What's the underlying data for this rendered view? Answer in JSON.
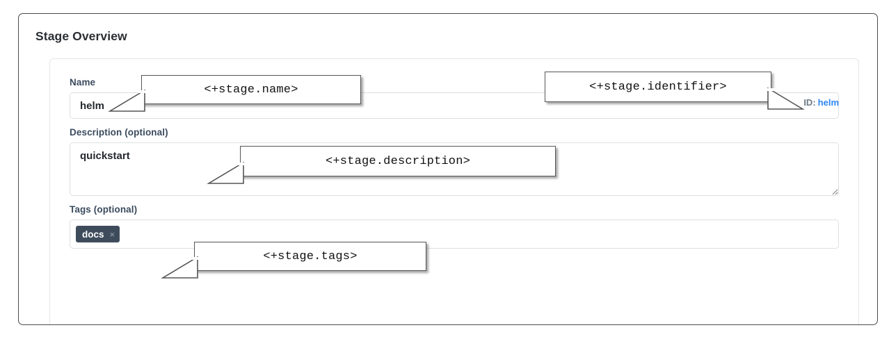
{
  "page": {
    "title": "Stage Overview"
  },
  "stage_card": {
    "id_label": "ID:",
    "id_value": "helm",
    "fields": {
      "name": {
        "label": "Name",
        "value": "helm",
        "placeholder": ""
      },
      "description": {
        "label": "Description (optional)",
        "value": "quickstart",
        "placeholder": ""
      },
      "tags": {
        "label": "Tags (optional)",
        "placeholder": "",
        "chips": [
          {
            "label": "docs",
            "remove_icon": "×"
          }
        ]
      }
    }
  },
  "annotations": [
    {
      "text": "<+stage.name>"
    },
    {
      "text": "<+stage.identifier>"
    },
    {
      "text": "<+stage.description>"
    },
    {
      "text": "<+stage.tags>"
    }
  ],
  "colors": {
    "frame_border": "#4a4a4a",
    "label_text": "#3b4b5e",
    "id_value_link": "#2e86f0",
    "tag_chip_bg": "#3e4b5b",
    "callout_border": "#555555",
    "input_border": "#dcdfe2"
  }
}
